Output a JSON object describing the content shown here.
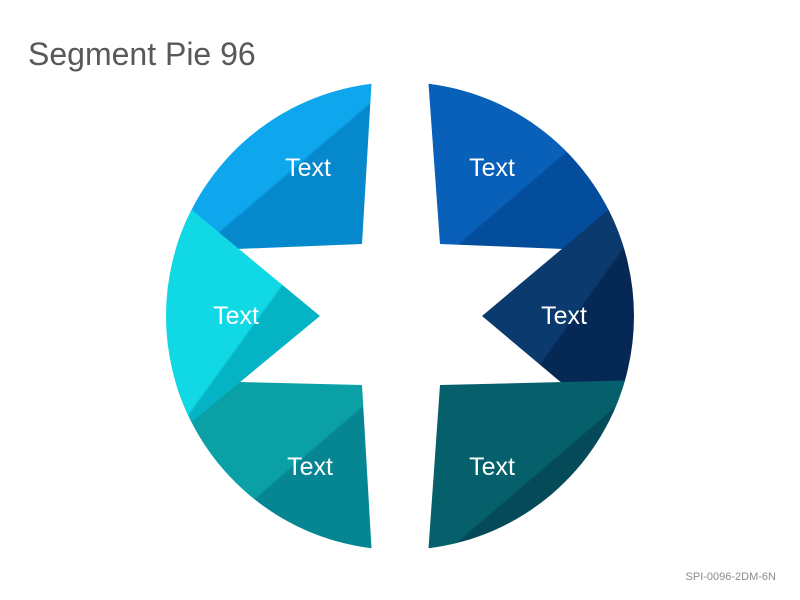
{
  "title": "Segment Pie 96",
  "footer_code": "SPI-0096-2DM-6N",
  "segments": [
    {
      "label": "Text",
      "color_light": "#0ea7ee",
      "color_dark": "#0688cc"
    },
    {
      "label": "Text",
      "color_light": "#0860b8",
      "color_dark": "#044c9c"
    },
    {
      "label": "Text",
      "color_light": "#0b3a6e",
      "color_dark": "#062855"
    },
    {
      "label": "Text",
      "color_light": "#05606c",
      "color_dark": "#044a58"
    },
    {
      "label": "Text",
      "color_light": "#0aa0a6",
      "color_dark": "#068693"
    },
    {
      "label": "Text",
      "color_light": "#10d8e4",
      "color_dark": "#05b4c4"
    }
  ]
}
